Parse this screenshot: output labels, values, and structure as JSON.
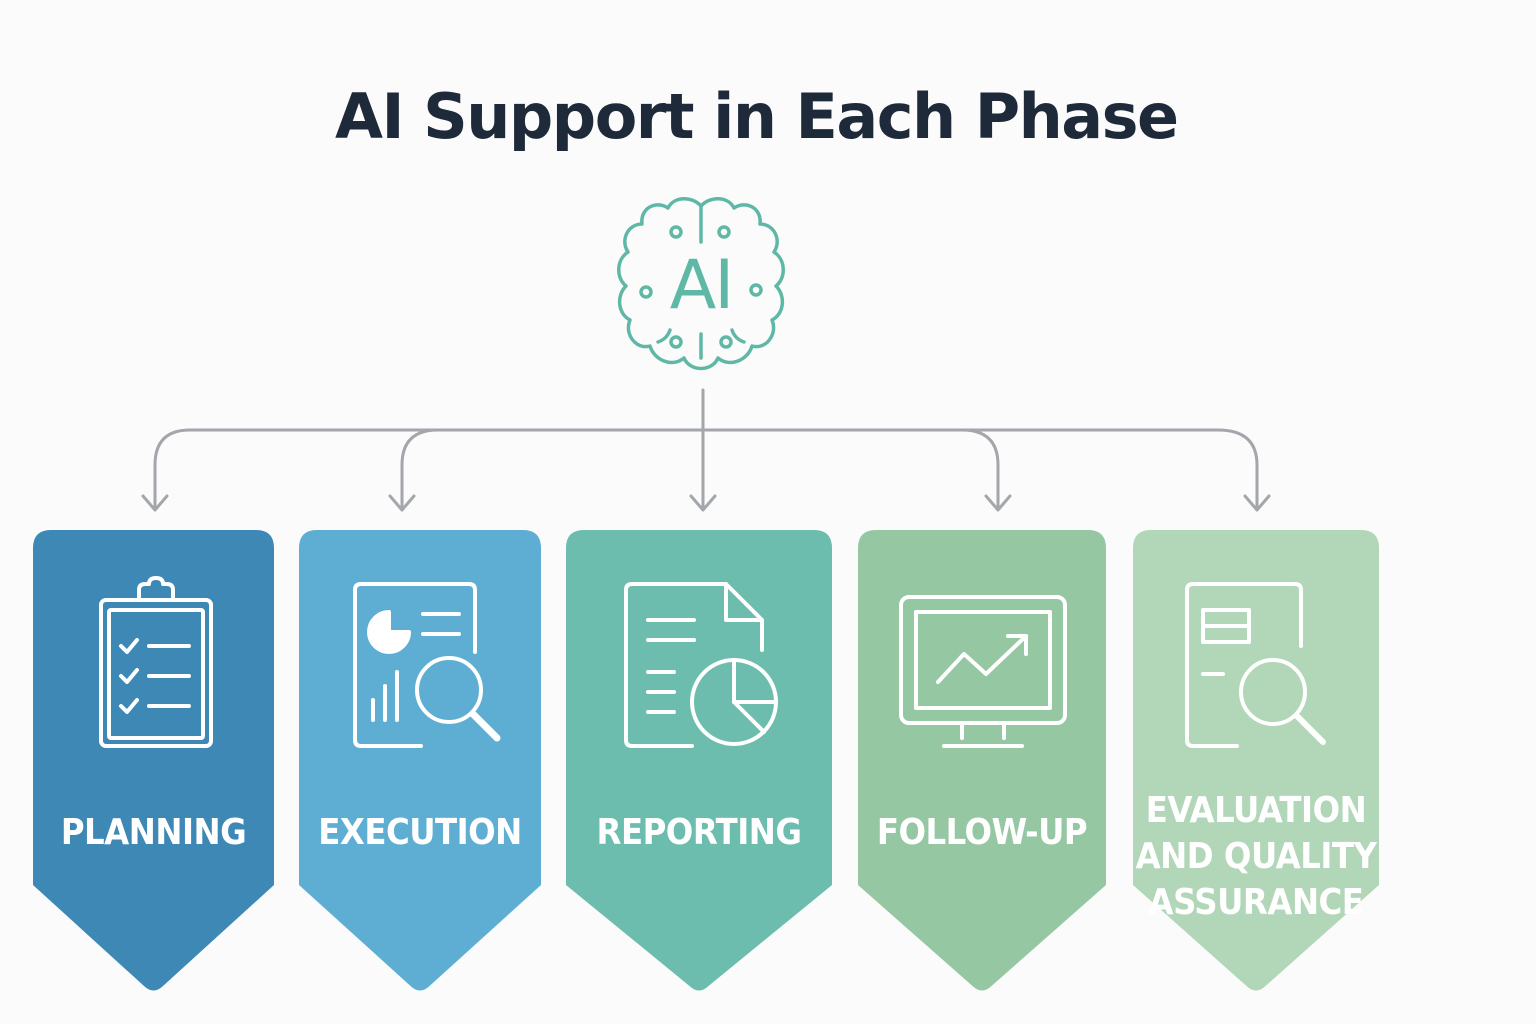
{
  "title": "AI Support in Each Phase",
  "hub": {
    "label": "AI",
    "icon": "brain-icon",
    "color": "#5fb8a6"
  },
  "connector_color": "#a3a6ab",
  "phases": [
    {
      "label": "PLANNING",
      "icon": "clipboard-checklist-icon",
      "color": "#3e88b6"
    },
    {
      "label": "EXECUTION",
      "icon": "report-magnifier-icon",
      "color": "#5eaed4"
    },
    {
      "label": "REPORTING",
      "icon": "document-pie-chart-icon",
      "color": "#6cbdae"
    },
    {
      "label": "FOLLOW-UP",
      "icon": "monitor-trend-icon",
      "color": "#96c7a3"
    },
    {
      "label": "EVALUATION AND QUALITY ASSURANCE",
      "label_lines": [
        "EVALUATION",
        "AND QUALITY",
        "ASSURANCE"
      ],
      "icon": "document-magnifier-icon",
      "color": "#b2d6b8"
    }
  ]
}
